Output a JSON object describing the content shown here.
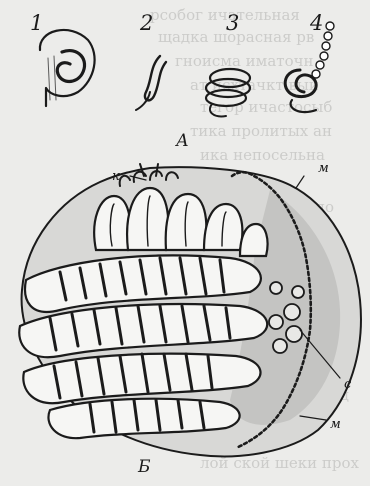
{
  "figure": {
    "labels": {
      "stage_1": "1",
      "stage_2": "2",
      "stage_3": "3",
      "stage_4": "4",
      "part_a": "А",
      "part_b": "Б",
      "k": "к",
      "m_top": "м",
      "c": "с",
      "m_bottom": "м"
    },
    "colors": {
      "ink": "#1b1b1b",
      "background": "#ececea",
      "shading": "#c4c4c2"
    }
  }
}
